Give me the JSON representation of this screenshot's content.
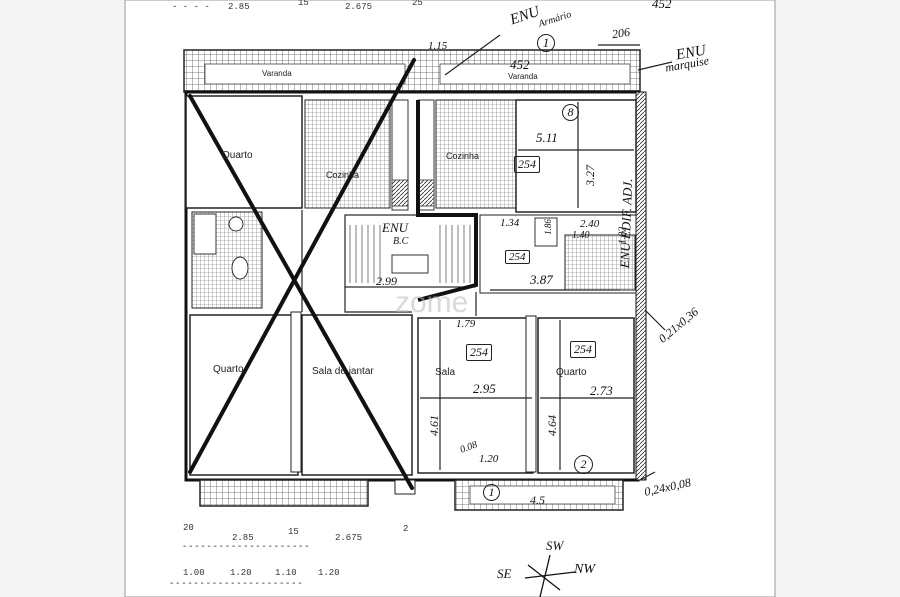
{
  "rooms": {
    "varanda_left": "Varanda",
    "varanda_right": "Varanda",
    "quarto_top": "Quarto",
    "cozinha_left": "Cozinha",
    "cozinha_right": "Cozinha",
    "quarto_left": "Quarto",
    "sala_jantar": "Sala de jantar",
    "sala": "Sala",
    "quarto_right": "Quarto"
  },
  "annotations": {
    "enu_armario": "ENU",
    "armario": "Armário",
    "enu_marquise_top": "ENU",
    "marquise": "marquise",
    "enu_stair": "ENU",
    "stair_bc": "B.C",
    "enu_edif": "ENU EDIF. ADJ.",
    "code_254_kitchen": "254",
    "code_254_hall": "254",
    "code_254_sala": "254",
    "code_254_quarto": "254",
    "circ_1_top": "1",
    "circ_8": "8",
    "circ_1_bottom": "1",
    "circ_2": "2",
    "vent_1": "0,21x0,36",
    "vent_2": "0,24x0,08",
    "dim_452_top": "452",
    "dim_452_bal": "452",
    "dim_206": "206",
    "dim_115": "1.15",
    "dim_511": "5.11",
    "dim_327": "3.27",
    "dim_134": "1.34",
    "dim_240": "2.40",
    "dim_140": "1.40",
    "dim_186": "1.86",
    "dim_182": "1.82",
    "dim_387": "3.87",
    "dim_299": "2.99",
    "dim_179": "1.79",
    "dim_295": "2.95",
    "dim_273": "2.73",
    "dim_461": "4.61",
    "dim_464": "4.64",
    "dim_120": "1.20",
    "dim_45": "4.5",
    "dim_008": "0.08",
    "compass_sw": "SW",
    "compass_se": "SE",
    "compass_nw": "NW"
  },
  "dims_top": [
    "2.85",
    "15",
    "2.675",
    "25"
  ],
  "dims_bottom_row1": [
    "20",
    "2.85",
    "15",
    "2.675",
    "2"
  ],
  "dims_bottom_row2": [
    "1.00",
    "1.20",
    "1.10",
    "1.20"
  ],
  "watermark": "zome"
}
